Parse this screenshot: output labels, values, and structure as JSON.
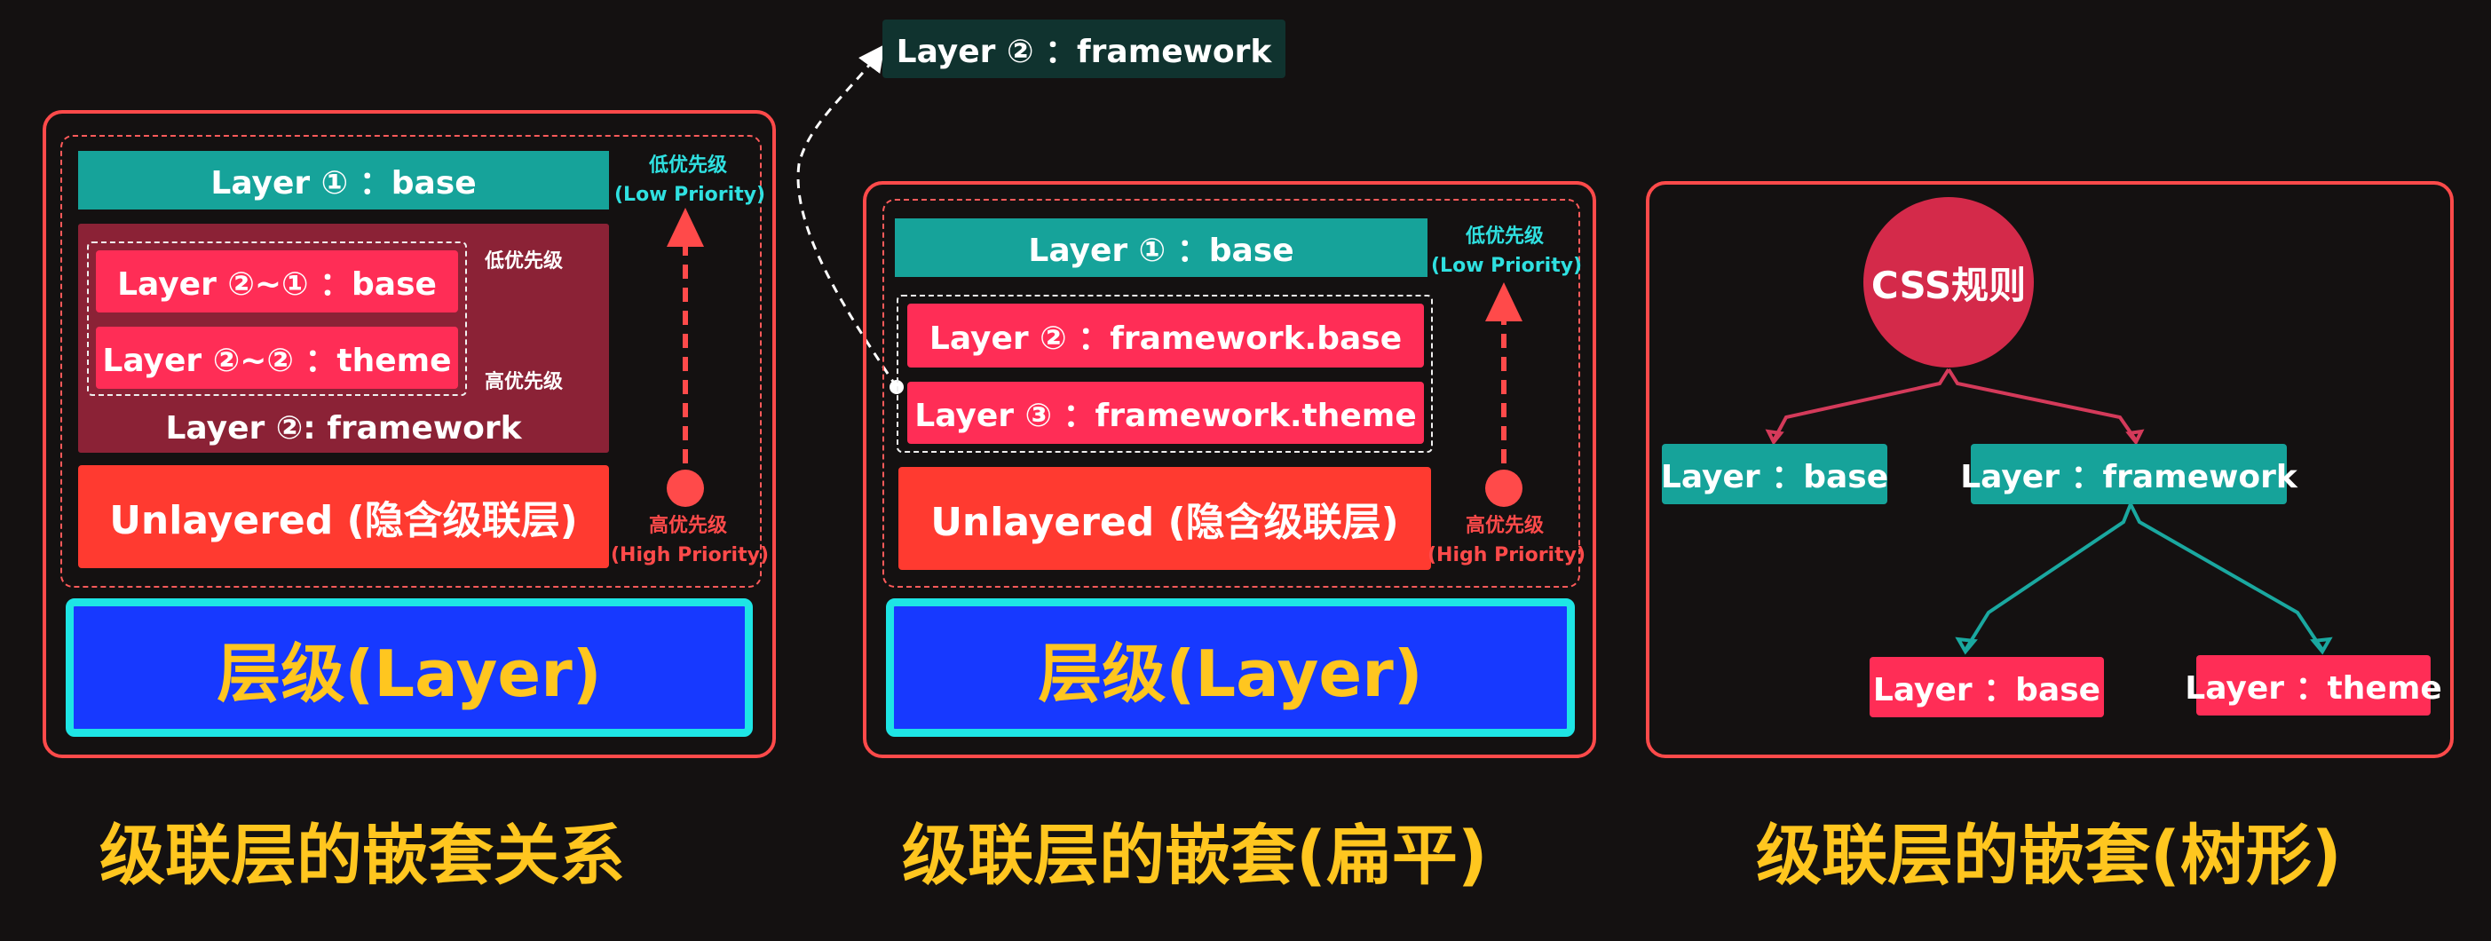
{
  "colors": {
    "background": "#141111",
    "teal": "#16a39a",
    "pink": "#ff2d56",
    "red": "#ff3a30",
    "maroon": "#8b2236",
    "panel_border": "#ff4a4a",
    "layer_blue": "#1739ff",
    "layer_border": "#1ee5e5",
    "caption_yellow": "#ffc61f",
    "css_circle": "#d42a4a"
  },
  "icons": [
    "arrow-up-icon",
    "dot-icon",
    "dashed-curve-arrow-icon"
  ],
  "floating_label": "Layer ② ：framework",
  "panel1": {
    "layer_base": "Layer ① ：base",
    "nested_base": "Layer ②~① ：base",
    "nested_theme": "Layer ②~② ：theme",
    "framework": "Layer ②: framework",
    "unlayered": "Unlayered (隐含级联层)",
    "low_priority_cn": "低优先级",
    "low_priority_en": "(Low Priority)",
    "high_priority_cn": "高优先级",
    "high_priority_en": "(High Priority)",
    "inner_low": "低优先级",
    "inner_high": "高优先级",
    "layer_title": "层级(Layer)",
    "caption": "级联层的嵌套关系"
  },
  "panel2": {
    "layer_base": "Layer ① ：base",
    "framework_base": "Layer ② ：framework.base",
    "framework_theme": "Layer ③ ：framework.theme",
    "unlayered": "Unlayered (隐含级联层)",
    "low_priority_cn": "低优先级",
    "low_priority_en": "(Low Priority)",
    "high_priority_cn": "高优先级",
    "high_priority_en": "(High Priority)",
    "layer_title": "层级(Layer)",
    "caption": "级联层的嵌套(扁平)"
  },
  "panel3": {
    "root": "CSS规则",
    "base": "Layer ：base",
    "framework": "Layer ：framework",
    "child_base": "Layer ：base",
    "child_theme": "Layer ：theme",
    "caption": "级联层的嵌套(树形)"
  }
}
